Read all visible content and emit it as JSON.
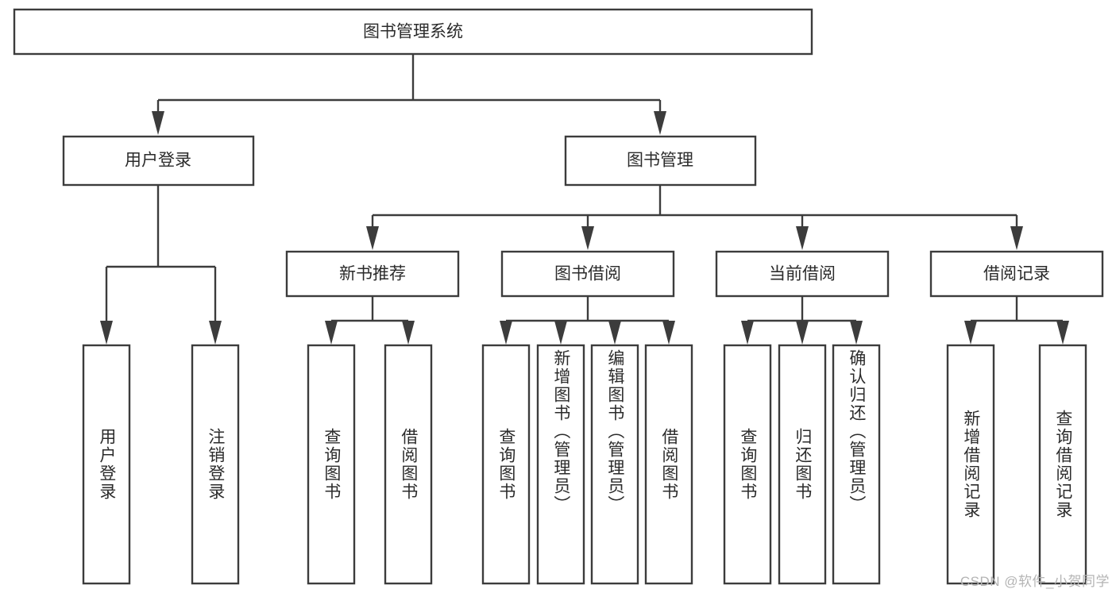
{
  "diagram": {
    "type": "tree-hierarchy",
    "title": "图书管理系统",
    "orientation": "top-down",
    "watermark": "CSDN @软件_小贺同学",
    "colors": {
      "box_stroke": "#3c3c3c",
      "box_fill": "#ffffff",
      "text": "#2b2b2b",
      "connector": "#3c3c3c",
      "background": "#ffffff",
      "watermark": "#b4b4b4"
    },
    "levels": [
      {
        "level": 1,
        "nodes": [
          "图书管理系统"
        ]
      },
      {
        "level": 2,
        "nodes": [
          "用户登录",
          "图书管理"
        ]
      },
      {
        "level": 3,
        "nodes": [
          "新书推荐",
          "图书借阅",
          "当前借阅",
          "借阅记录"
        ]
      },
      {
        "level": 4,
        "nodes": [
          "用户登录",
          "注销登录",
          "查询图书",
          "借阅图书",
          "查询图书",
          "新增图书（管理员）",
          "编辑图书（管理员）",
          "借阅图书",
          "查询图书",
          "归还图书",
          "确认归还（管理员）",
          "新增借阅记录",
          "查询借阅记录"
        ]
      }
    ],
    "root": {
      "id": "root",
      "label": "图书管理系统"
    },
    "level2": [
      {
        "id": "user-login",
        "label": "用户登录"
      },
      {
        "id": "book-manage",
        "label": "图书管理"
      }
    ],
    "level3": [
      {
        "id": "new-book-rec",
        "label": "新书推荐"
      },
      {
        "id": "book-borrow",
        "label": "图书借阅"
      },
      {
        "id": "current-borrow",
        "label": "当前借阅"
      },
      {
        "id": "borrow-record",
        "label": "借阅记录"
      }
    ],
    "leaves": {
      "user_login": [
        {
          "id": "leaf-user-login",
          "label": "用户登录"
        },
        {
          "id": "leaf-logout",
          "label": "注销登录"
        }
      ],
      "new_book_rec": [
        {
          "id": "leaf-query-book-1",
          "label": "查询图书"
        },
        {
          "id": "leaf-borrow-book-1",
          "label": "借阅图书"
        }
      ],
      "book_borrow": [
        {
          "id": "leaf-query-book-2",
          "label": "查询图书"
        },
        {
          "id": "leaf-add-book",
          "label": "新增图书（管理员）"
        },
        {
          "id": "leaf-edit-book",
          "label": "编辑图书（管理员）"
        },
        {
          "id": "leaf-borrow-book-2",
          "label": "借阅图书"
        }
      ],
      "current_borrow": [
        {
          "id": "leaf-query-book-3",
          "label": "查询图书"
        },
        {
          "id": "leaf-return-book",
          "label": "归还图书"
        },
        {
          "id": "leaf-confirm-return",
          "label": "确认归还（管理员）"
        }
      ],
      "borrow_record": [
        {
          "id": "leaf-add-record",
          "label": "新增借阅记录"
        },
        {
          "id": "leaf-query-record",
          "label": "查询借阅记录"
        }
      ]
    }
  }
}
